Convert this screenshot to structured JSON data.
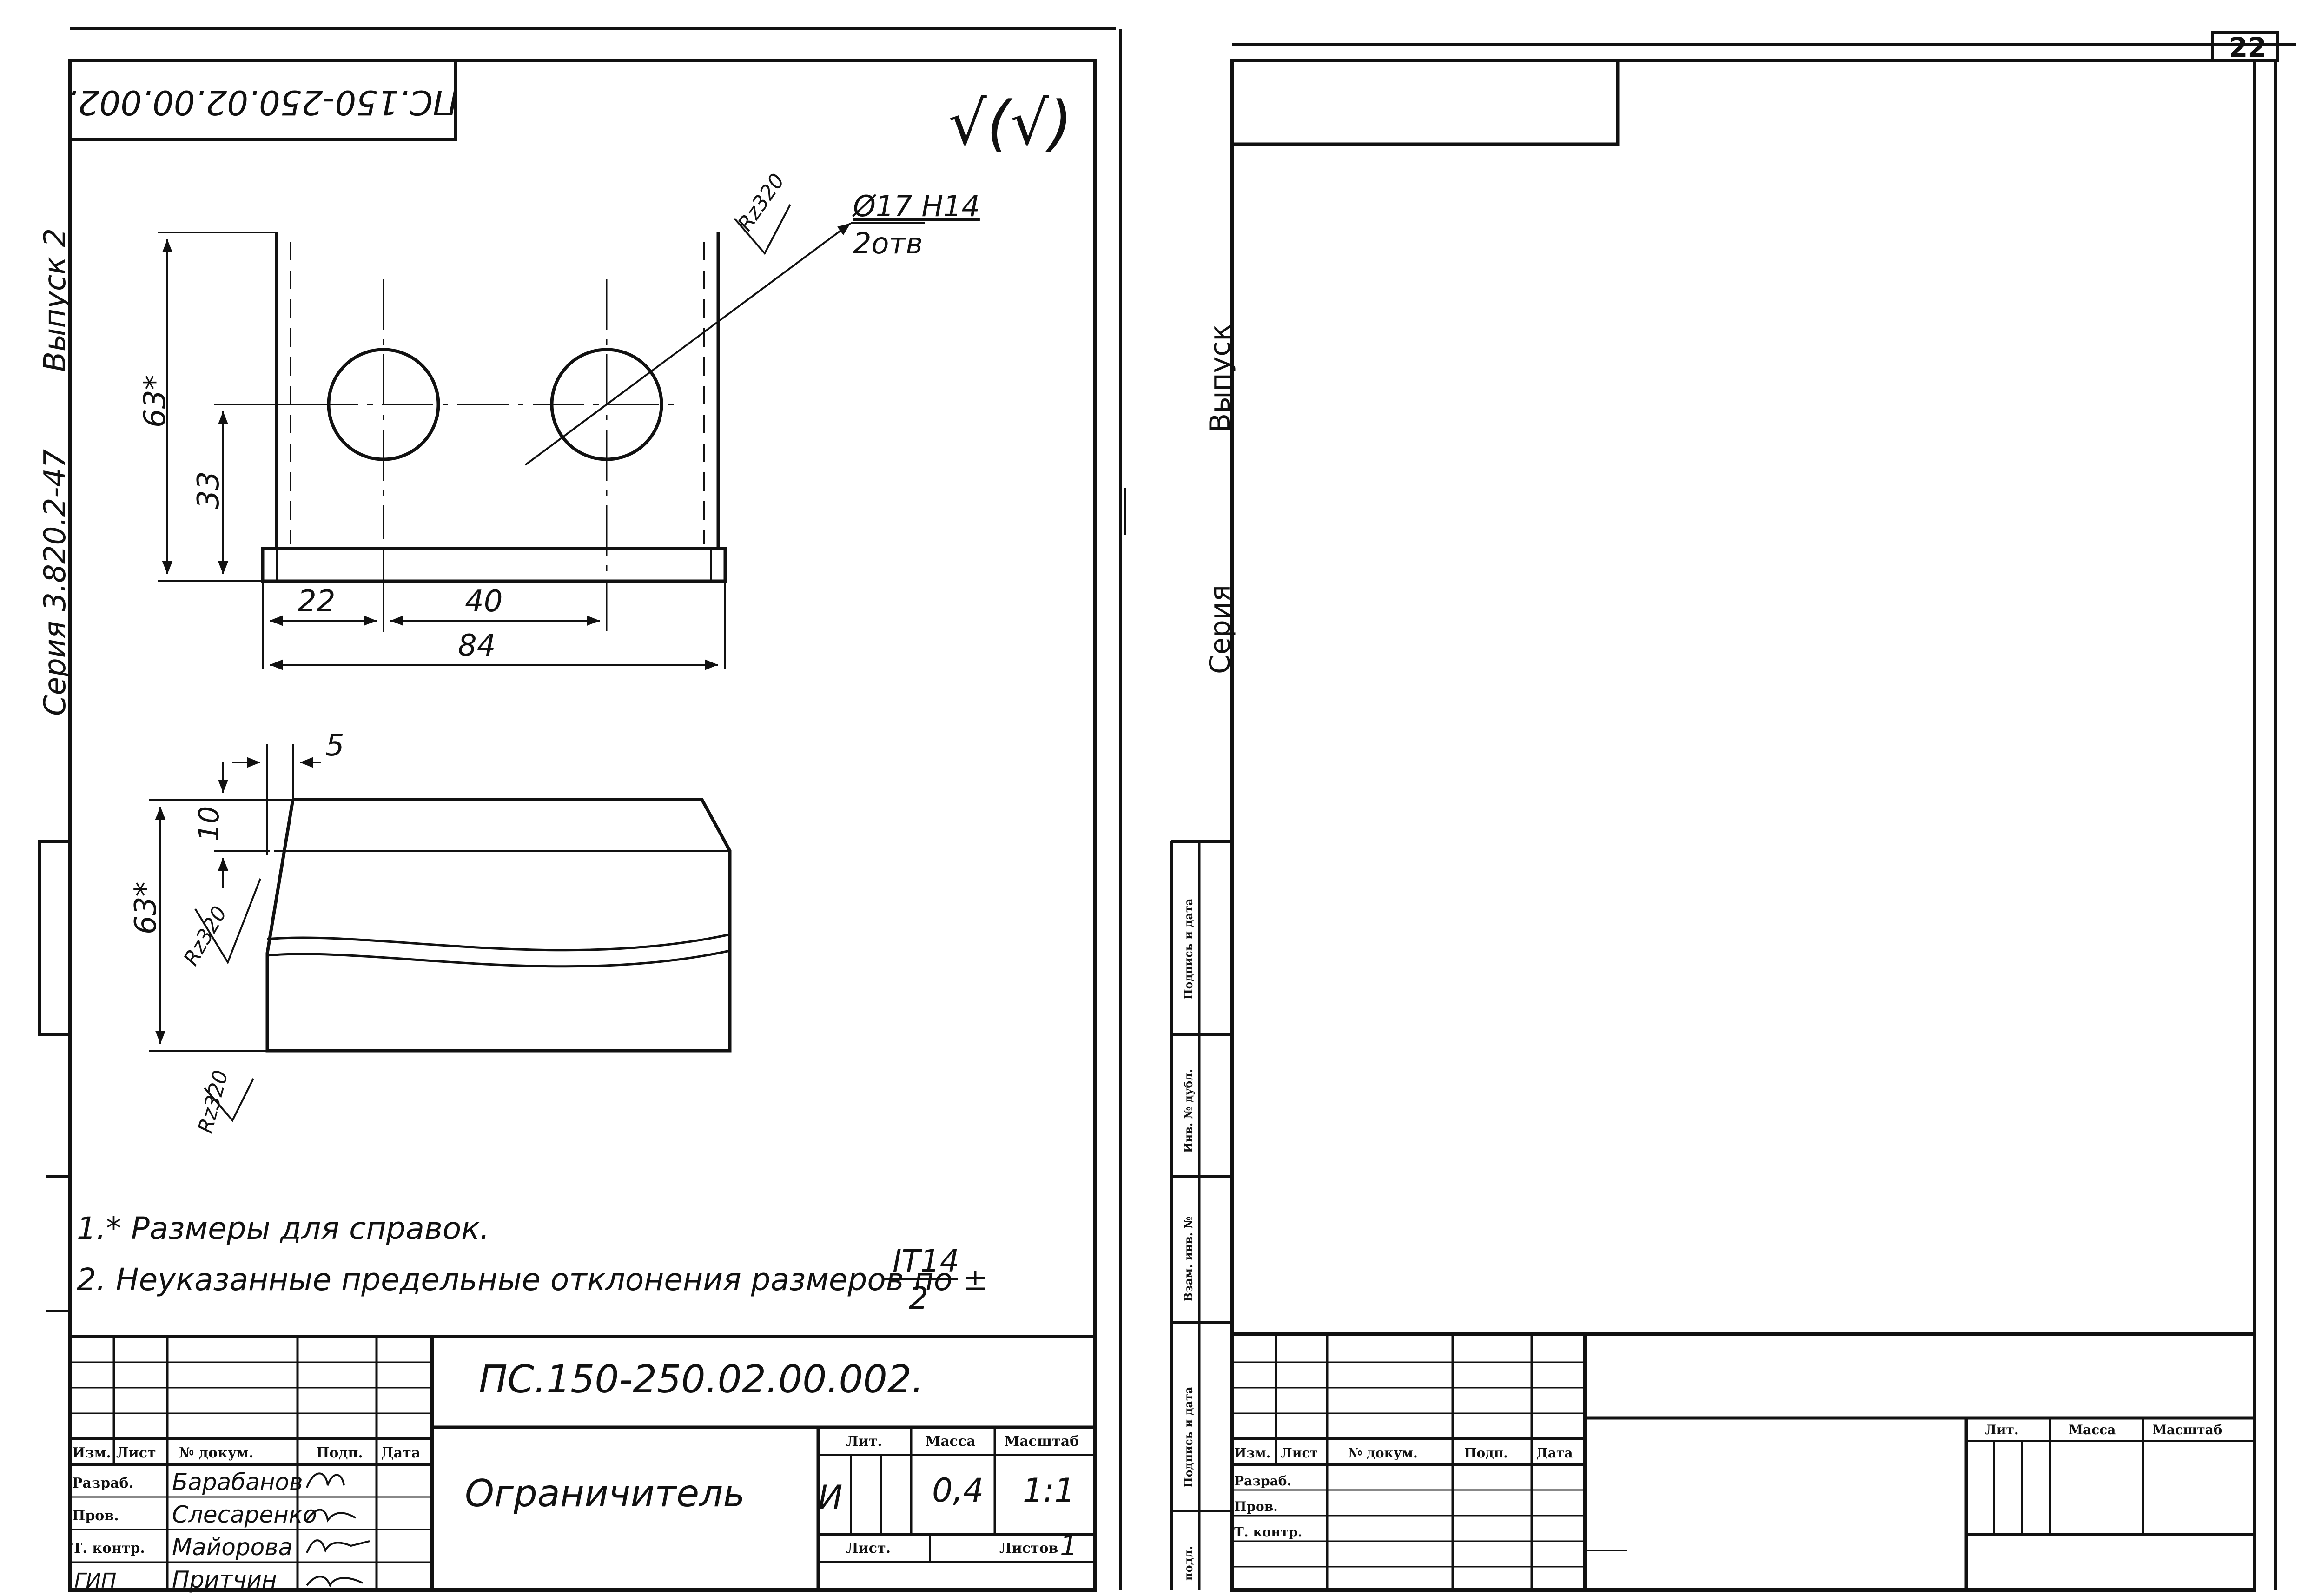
{
  "page_number": "22",
  "left_sheet": {
    "side_label": {
      "series": "Серия 3.820.2-47",
      "issue": "Выпуск 2"
    },
    "stamp_inverted": "ПС.150-250.02.00.002.",
    "roughness_general": "√(√)",
    "hole_callout": {
      "diameter": "Ø17 H14",
      "count": "2отв"
    },
    "roughness_labels": [
      "Rz320",
      "Rz320",
      "Rz320"
    ],
    "dimensions": {
      "height_ref": "63*",
      "hole_height": "33",
      "edge_to_hole": "22",
      "hole_spacing": "40",
      "overall_length": "84",
      "chamfer": "5",
      "chamfer_height": "10",
      "side_height": "63*"
    },
    "notes": [
      "1.* Размеры для справок.",
      "2. Неуказанные предельные отклонения размеров по ±"
    ],
    "tolerance": {
      "numerator": "IT14",
      "denominator": "2"
    },
    "title_block": {
      "designation": "ПС.150-250.02.00.002.",
      "name": "Ограничитель",
      "headers": {
        "izm": "Изм.",
        "list": "Лист",
        "doc": "№ докум.",
        "sign": "Подп.",
        "date": "Дата"
      },
      "roles": [
        "Разраб.",
        "Пров.",
        "Т. контр.",
        "ГИП"
      ],
      "persons": [
        "Барабанов",
        "Слесаренко",
        "Майорова",
        "Притчин"
      ],
      "lit_label": "Лит.",
      "mass_label": "Масса",
      "scale_label": "Масштаб",
      "lit_value": "И",
      "mass_value": "0,4",
      "scale_value": "1:1",
      "sheet_label": "Лист.",
      "sheets_label": "Листов",
      "sheets_value": "1"
    }
  },
  "right_sheet": {
    "side_label": {
      "series": "Серия",
      "issue": "Выпуск"
    },
    "margin_fields": [
      "Подпись и дата",
      "Инв. № дубл.",
      "Взам. инв. №",
      "Подпись и дата",
      "подл."
    ],
    "title_block": {
      "headers": {
        "izm": "Изм.",
        "list": "Лист",
        "doc": "№ докум.",
        "sign": "Подп.",
        "date": "Дата"
      },
      "roles": [
        "Разраб.",
        "Пров.",
        "Т. контр."
      ],
      "lit_label": "Лит.",
      "mass_label": "Масса",
      "scale_label": "Масштаб"
    }
  }
}
